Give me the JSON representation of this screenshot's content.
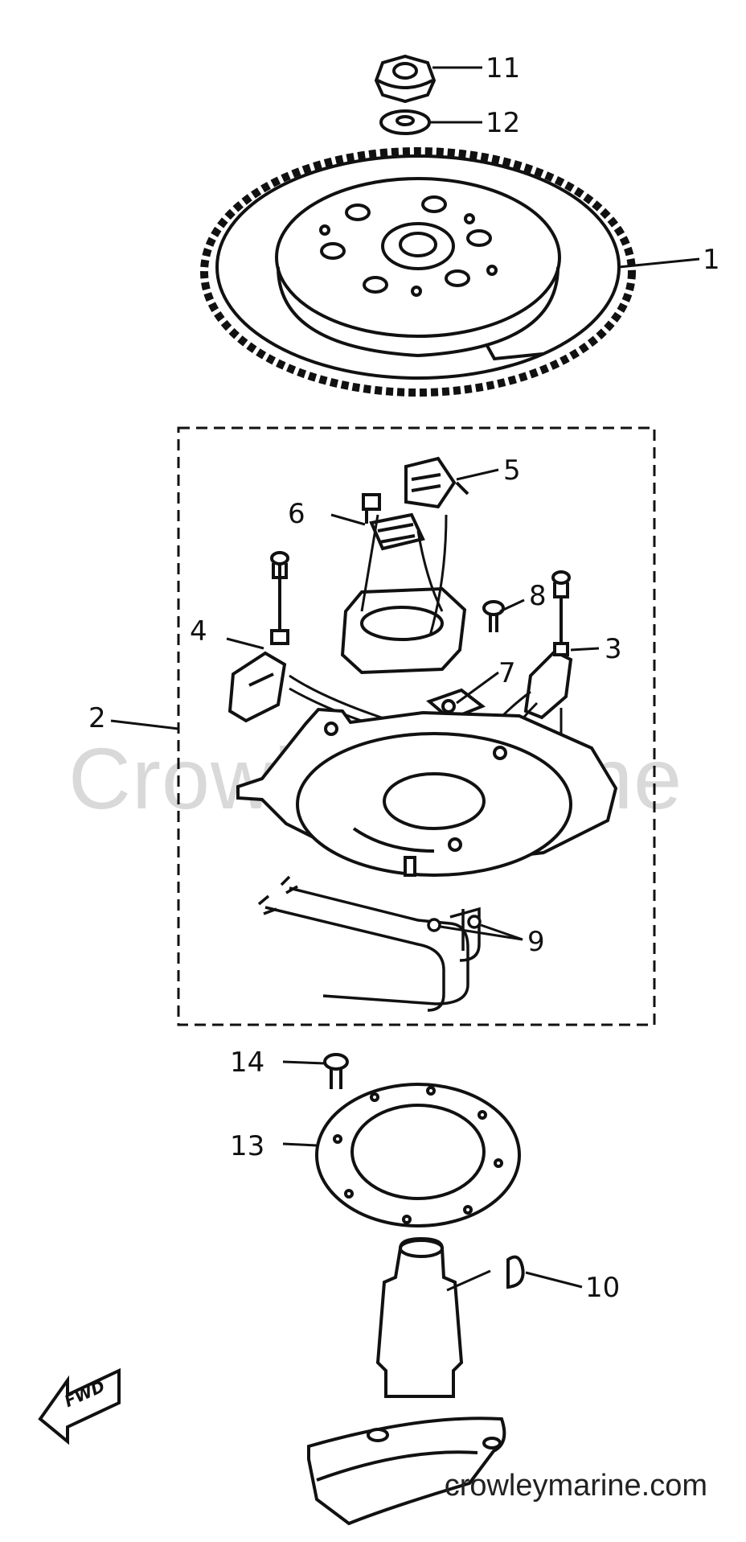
{
  "watermark": "Crowley Marine",
  "footer": "crowleymarine.com",
  "fwd_label": "FWD",
  "callouts": {
    "c1": "1",
    "c2": "2",
    "c3": "3",
    "c4": "4",
    "c5": "5",
    "c6": "6",
    "c7": "7",
    "c8": "8",
    "c9": "9",
    "c10": "10",
    "c11": "11",
    "c12": "12",
    "c13": "13",
    "c14": "14"
  }
}
